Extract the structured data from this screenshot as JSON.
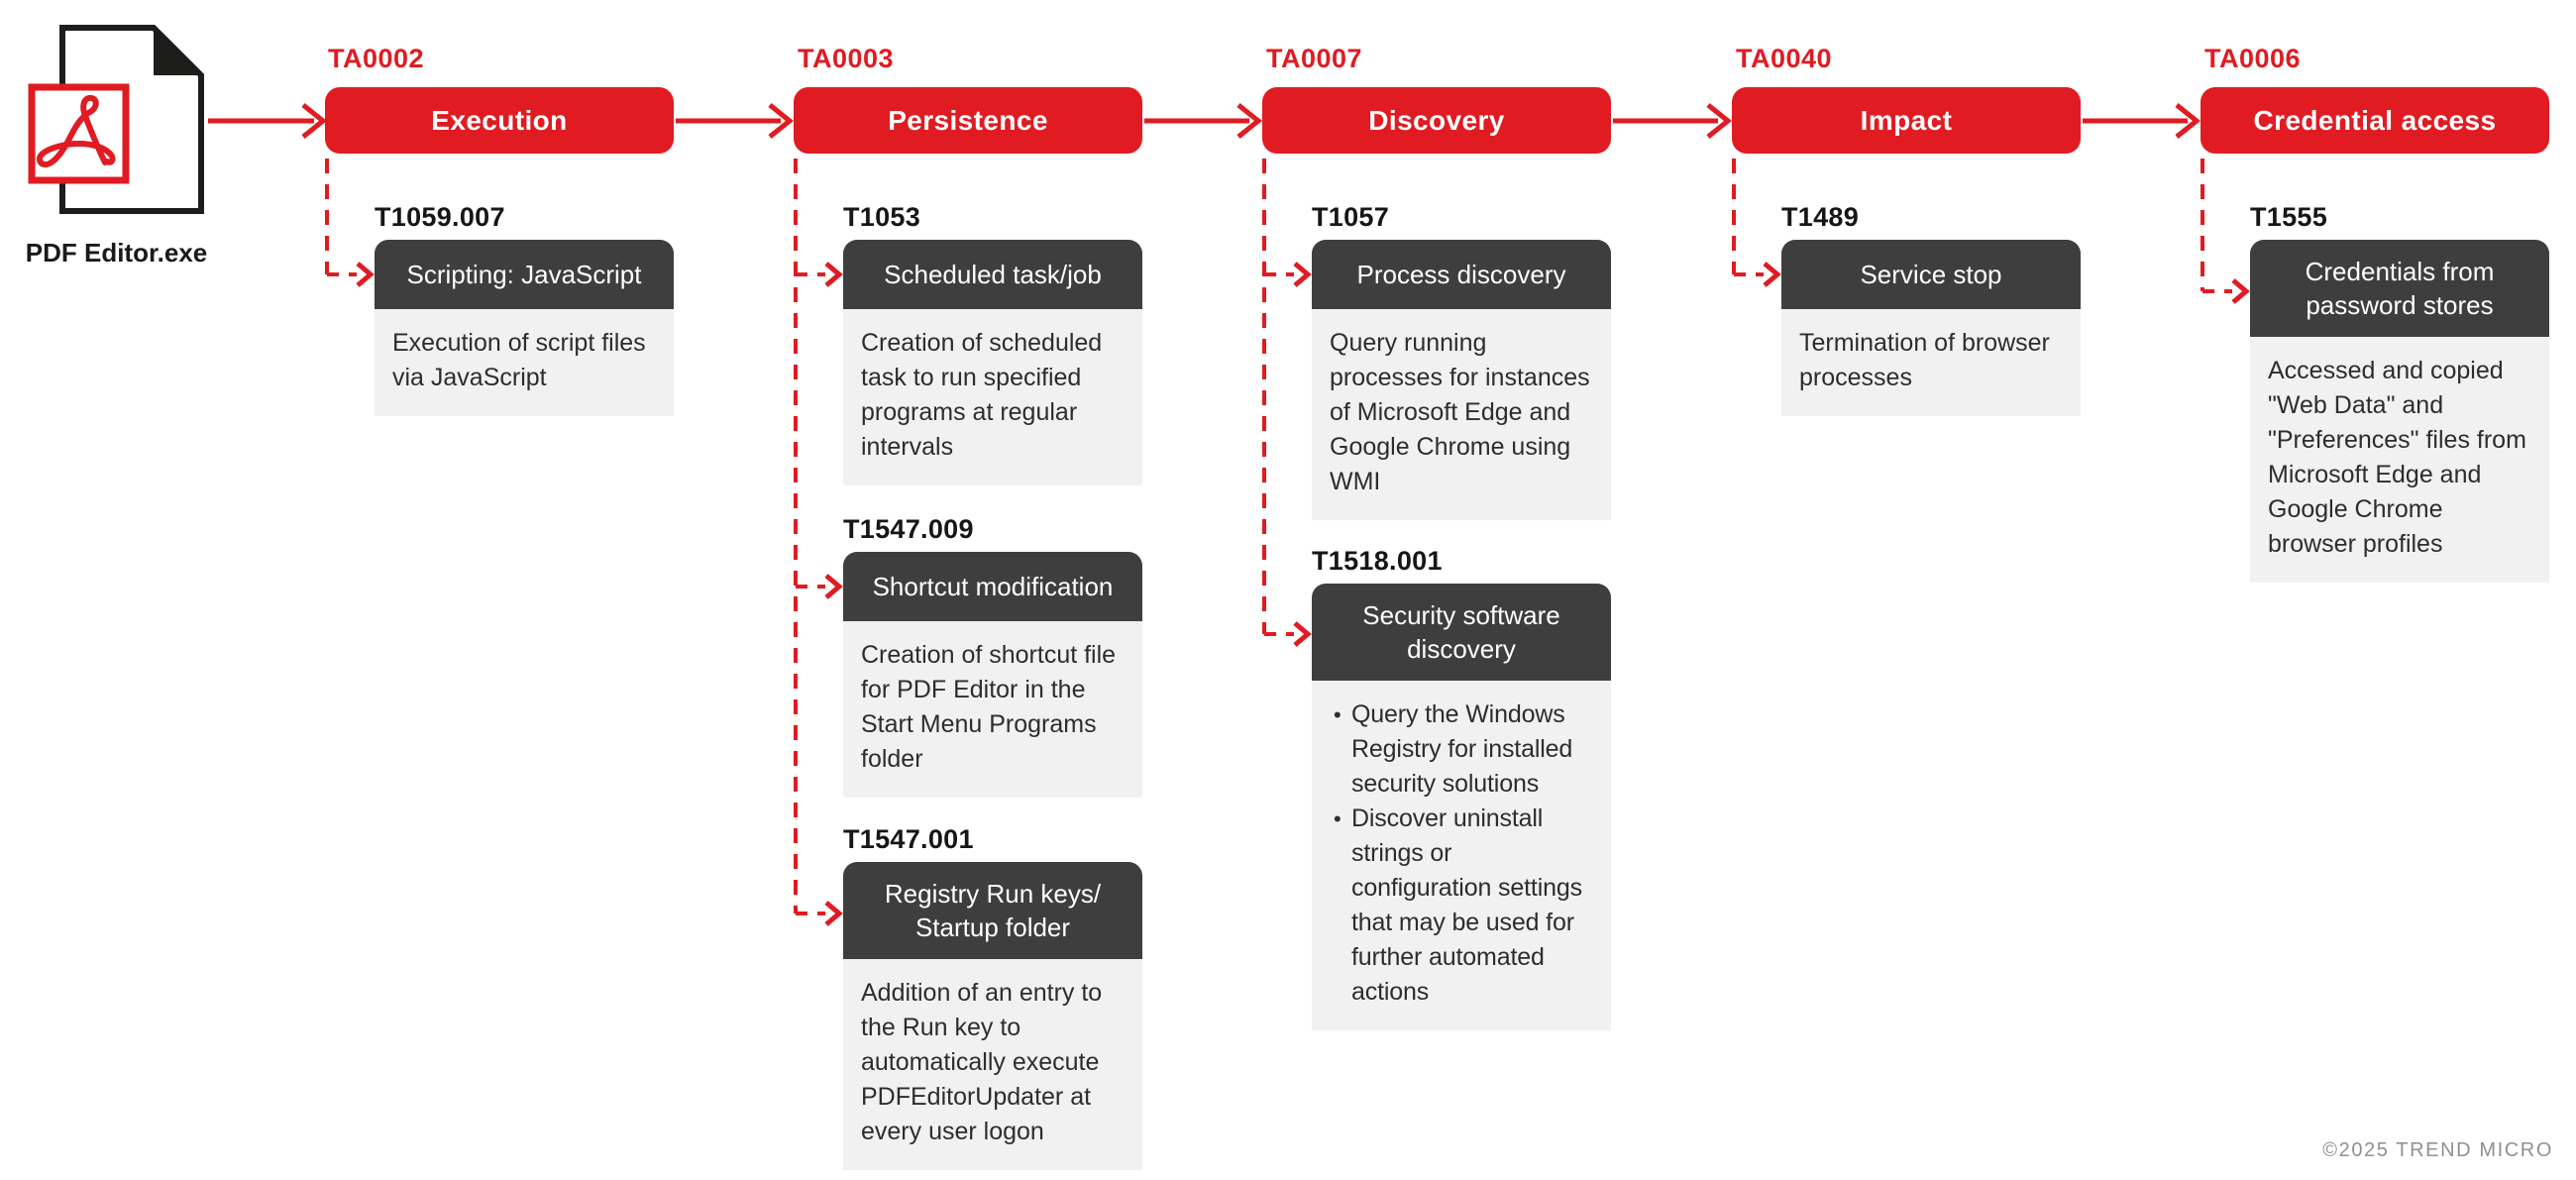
{
  "source": {
    "icon": "pdf-file-icon",
    "label": "PDF Editor.exe"
  },
  "colors": {
    "accent_red": "#e01b22",
    "header_dark": "#3e3e3e",
    "panel_gray": "#f1f1f2",
    "body_text": "#2d2d2d",
    "footer_gray": "#8e9093"
  },
  "footer": {
    "copyright": "©2025 TREND MICRO"
  },
  "tactics": [
    {
      "id": "TA0002",
      "name": "Execution",
      "techniques": [
        {
          "id": "T1059.007",
          "title": "Scripting: JavaScript",
          "description": "Execution of script files via JavaScript"
        }
      ]
    },
    {
      "id": "TA0003",
      "name": "Persistence",
      "techniques": [
        {
          "id": "T1053",
          "title": "Scheduled task/job",
          "description": "Creation of scheduled task to run specified programs at regular intervals"
        },
        {
          "id": "T1547.009",
          "title": "Shortcut modification",
          "description": "Creation of shortcut file for PDF Editor in the Start Menu Programs folder"
        },
        {
          "id": "T1547.001",
          "title": "Registry Run keys/\nStartup folder",
          "description": "Addition of an entry to the Run key to automatically execute PDFEditorUpdater at every user logon"
        }
      ]
    },
    {
      "id": "TA0007",
      "name": "Discovery",
      "techniques": [
        {
          "id": "T1057",
          "title": "Process discovery",
          "description": "Query running processes for instances of Microsoft Edge and Google Chrome using WMI"
        },
        {
          "id": "T1518.001",
          "title": "Security software\ndiscovery",
          "bullets": [
            "Query the Windows Registry for installed security solutions",
            "Discover uninstall strings or configuration settings that may be used for further automated actions"
          ]
        }
      ]
    },
    {
      "id": "TA0040",
      "name": "Impact",
      "techniques": [
        {
          "id": "T1489",
          "title": "Service stop",
          "description": "Termination of browser processes"
        }
      ]
    },
    {
      "id": "TA0006",
      "name": "Credential access",
      "techniques": [
        {
          "id": "T1555",
          "title": "Credentials from\npassword stores",
          "description": "Accessed and copied \"Web Data\" and \"Preferences\" files from Microsoft Edge and Google Chrome browser profiles"
        }
      ]
    }
  ]
}
